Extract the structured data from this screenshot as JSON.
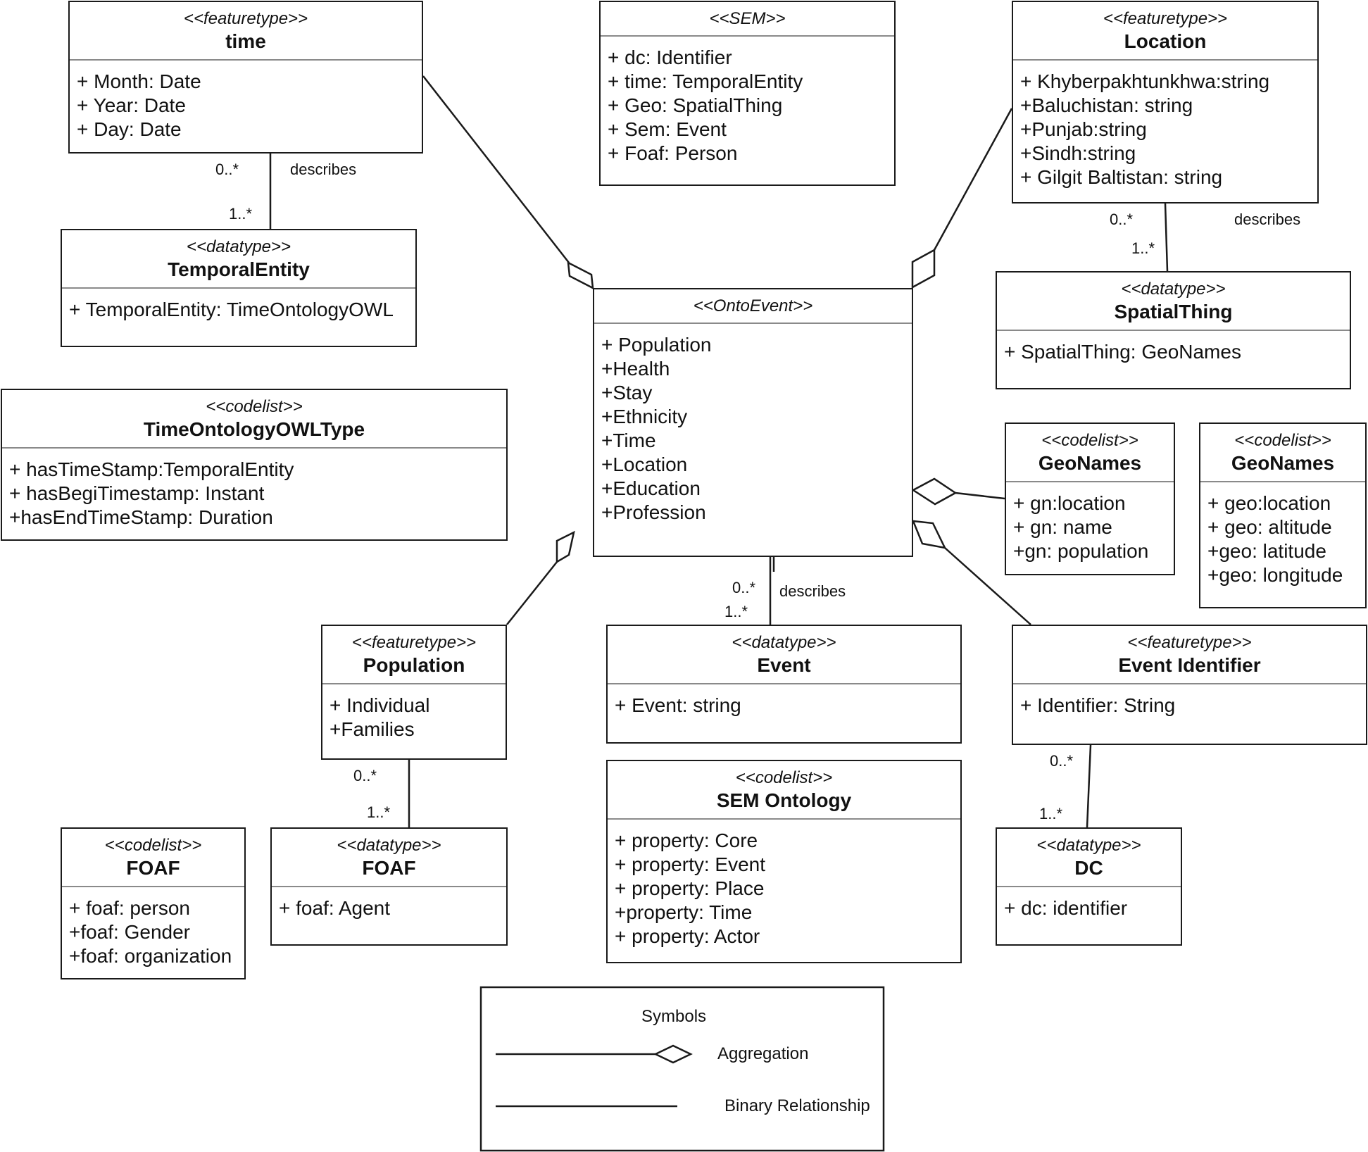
{
  "classes": {
    "time": {
      "stereotype": "<<featuretype>>",
      "name": "time",
      "attributes": [
        "+ Month: Date",
        "+ Year: Date",
        "+ Day: Date"
      ]
    },
    "sem": {
      "stereotype": "<<SEM>>",
      "name": "",
      "attributes": [
        "+ dc: Identifier",
        "+ time: TemporalEntity",
        "+ Geo: SpatialThing",
        "+ Sem: Event",
        "+ Foaf: Person"
      ]
    },
    "location": {
      "stereotype": "<<featuretype>>",
      "name": "Location",
      "attributes": [
        "+ Khyberpakhtunkhwa:string",
        "+Baluchistan: string",
        "+Punjab:string",
        "+Sindh:string",
        "+ Gilgit Baltistan: string"
      ]
    },
    "temporal_entity": {
      "stereotype": "<<datatype>>",
      "name": "TemporalEntity",
      "attributes": [
        "+ TemporalEntity: TimeOntologyOWL"
      ]
    },
    "onto_event": {
      "stereotype": "<<OntoEvent>>",
      "name": "",
      "attributes": [
        "+ Population",
        "+Health",
        "+Stay",
        "+Ethnicity",
        "+Time",
        "+Location",
        "+Education",
        "+Profession"
      ]
    },
    "spatial_thing": {
      "stereotype": "<<datatype>>",
      "name": "SpatialThing",
      "attributes": [
        "+ SpatialThing: GeoNames"
      ]
    },
    "time_ontology_owl_type": {
      "stereotype": "<<codelist>>",
      "name": "TimeOntologyOWLType",
      "attributes": [
        "+ hasTimeStamp:TemporalEntity",
        "+ hasBegiTimestamp: Instant",
        "+hasEndTimeStamp: Duration"
      ]
    },
    "geonames_gn": {
      "stereotype": "<<codelist>>",
      "name": "GeoNames",
      "attributes": [
        "+ gn:location",
        "+ gn: name",
        "+gn:  population"
      ]
    },
    "geonames_geo": {
      "stereotype": "<<codelist>>",
      "name": "GeoNames",
      "attributes": [
        "+ geo:location",
        "+ geo: altitude",
        "+geo: latitude",
        "+geo: longitude"
      ]
    },
    "population": {
      "stereotype": "<<featuretype>>",
      "name": "Population",
      "attributes": [
        "+ Individual",
        "+Families"
      ]
    },
    "event": {
      "stereotype": "<<datatype>>",
      "name": "Event",
      "attributes": [
        "+ Event: string"
      ]
    },
    "event_identifier": {
      "stereotype": "<<featuretype>>",
      "name": "Event Identifier",
      "attributes": [
        "+ Identifier: String"
      ]
    },
    "sem_ontology": {
      "stereotype": "<<codelist>>",
      "name": "SEM Ontology",
      "attributes": [
        "+ property: Core",
        "+ property: Event",
        "+ property: Place",
        "+property: Time",
        "+ property: Actor"
      ]
    },
    "foaf_codelist": {
      "stereotype": "<<codelist>>",
      "name": "FOAF",
      "attributes": [
        "+ foaf: person",
        "+foaf: Gender",
        "+foaf: organization"
      ]
    },
    "foaf_datatype": {
      "stereotype": "<<datatype>>",
      "name": "FOAF",
      "attributes": [
        "+ foaf: Agent"
      ]
    },
    "dc": {
      "stereotype": "<<datatype>>",
      "name": "DC",
      "attributes": [
        "+ dc: identifier"
      ]
    }
  },
  "relationships": {
    "time_temporal": {
      "type": "binary",
      "label": "describes",
      "mult_top": "0..*",
      "mult_bottom": "1..*"
    },
    "location_spatial": {
      "type": "binary",
      "label": "describes",
      "mult_top": "0..*",
      "mult_bottom": "1..*"
    },
    "ontoevent_event": {
      "type": "binary",
      "label": "describes",
      "mult_top": "0..*",
      "mult_bottom": "1..*"
    },
    "population_foaf": {
      "type": "binary",
      "label": "",
      "mult_top": "0..*",
      "mult_bottom": "1..*"
    },
    "identifier_dc": {
      "type": "binary",
      "label": "",
      "mult_top": "0..*",
      "mult_bottom": "1..*"
    },
    "time_ontoevent": {
      "type": "aggregation"
    },
    "location_ontoevent": {
      "type": "aggregation"
    },
    "population_ontoevent": {
      "type": "aggregation"
    },
    "geonames_ontoevent": {
      "type": "aggregation"
    },
    "identifier_ontoevent": {
      "type": "aggregation"
    }
  },
  "legend": {
    "title": "Symbols",
    "aggregation": "Aggregation",
    "binary": "Binary Relationship"
  }
}
